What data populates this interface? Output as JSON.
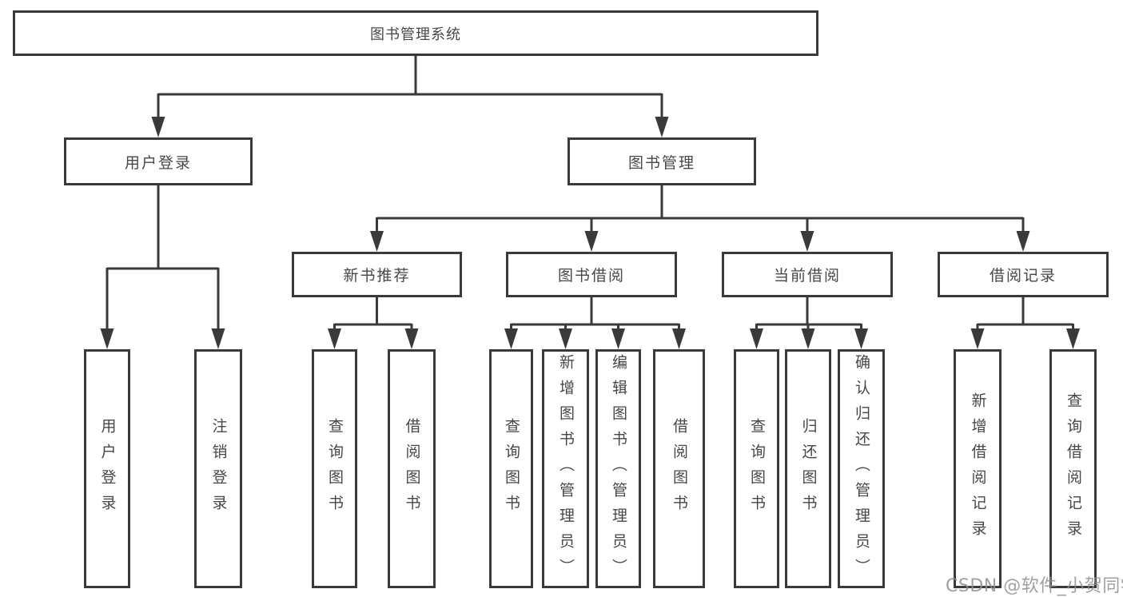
{
  "diagram": {
    "root": {
      "label": "图书管理系统"
    },
    "level2": [
      {
        "id": "user-login",
        "label": "用户登录"
      },
      {
        "id": "book-management",
        "label": "图书管理"
      }
    ],
    "level3": [
      {
        "id": "new-book-recommend",
        "label": "新书推荐"
      },
      {
        "id": "book-borrow",
        "label": "图书借阅"
      },
      {
        "id": "current-borrow",
        "label": "当前借阅"
      },
      {
        "id": "borrow-records",
        "label": "借阅记录"
      }
    ],
    "leaves": {
      "user_login": [
        "用户登录",
        "注销登录"
      ],
      "new_book": [
        "查询图书",
        "借阅图书"
      ],
      "book_borrow": [
        "查询图书",
        "新增图书（管理员）",
        "编辑图书（管理员）",
        "借阅图书"
      ],
      "current_borrow": [
        "查询图书",
        "归还图书",
        "确认归还（管理员）"
      ],
      "borrow_records": [
        "新增借阅记录",
        "查询借阅记录"
      ]
    },
    "colors": {
      "line": "#3a3a3a",
      "text": "#474747",
      "box_background": "#ffffff",
      "watermark": "#8f8f8f"
    }
  },
  "watermark": {
    "text": "CSDN @软件_小贺同学"
  }
}
